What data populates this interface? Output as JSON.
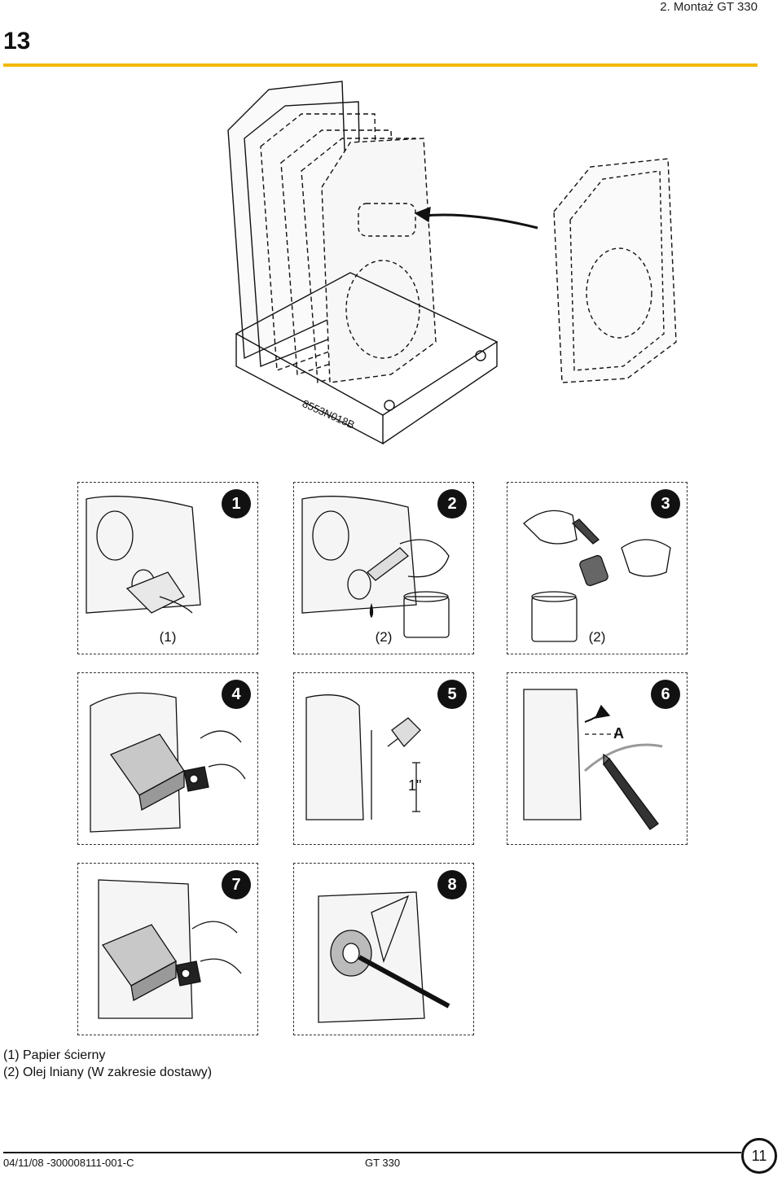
{
  "header": {
    "section_title": "2. Montaż GT 330",
    "step_number": "13"
  },
  "illustration": {
    "drawing_code": "8553N018B"
  },
  "panels": [
    {
      "badge": "1",
      "caption": "(1)"
    },
    {
      "badge": "2",
      "caption": "(2)"
    },
    {
      "badge": "3",
      "caption": "(2)"
    },
    {
      "badge": "4",
      "caption": ""
    },
    {
      "badge": "5",
      "caption": "",
      "dimension": "1\""
    },
    {
      "badge": "6",
      "caption": "",
      "marker": "A"
    },
    {
      "badge": "7",
      "caption": ""
    },
    {
      "badge": "8",
      "caption": ""
    }
  ],
  "legend": [
    "(1) Papier ścierny",
    "(2) Olej lniany (W zakresie dostawy)"
  ],
  "footer": {
    "doc_code": "04/11/08 -300008111-001-C",
    "product": "GT 330",
    "page": "11"
  },
  "colors": {
    "accent_rule": "#f2b705",
    "ink": "#111111"
  }
}
